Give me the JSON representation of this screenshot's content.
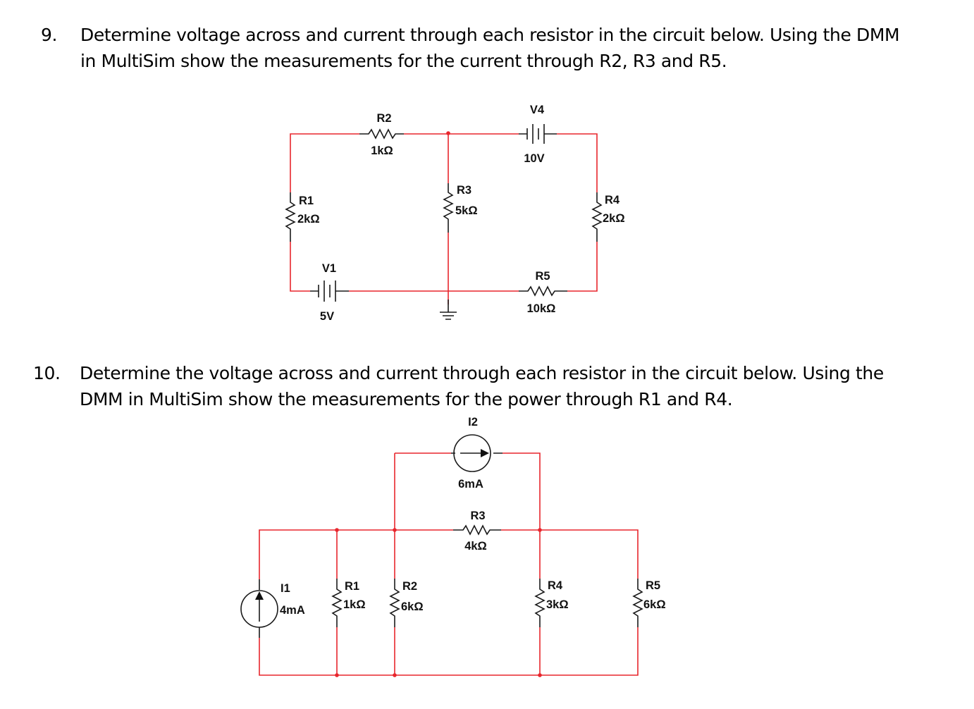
{
  "questions": [
    {
      "number": "9.",
      "lines": [
        "Determine voltage across and current through each resistor in the circuit below.  Using the DMM",
        "in MultiSim show the measurements for the current through R2, R3 and R5."
      ]
    },
    {
      "number": "10.",
      "lines": [
        "Determine the voltage across and current through each resistor in the circuit below.  Using the",
        "DMM in MultiSim show the measurements for the power through R1 and R4."
      ]
    }
  ],
  "circuit9": {
    "R1": {
      "name": "R1",
      "value": "2kΩ"
    },
    "R2": {
      "name": "R2",
      "value": "1kΩ"
    },
    "R3": {
      "name": "R3",
      "value": "5kΩ"
    },
    "R4": {
      "name": "R4",
      "value": "2kΩ"
    },
    "R5": {
      "name": "R5",
      "value": "10kΩ"
    },
    "V1": {
      "name": "V1",
      "value": "5V"
    },
    "V4": {
      "name": "V4",
      "value": "10V"
    }
  },
  "circuit10": {
    "I1": {
      "name": "I1",
      "value": "4mA"
    },
    "I2": {
      "name": "I2",
      "value": "6mA"
    },
    "R1": {
      "name": "R1",
      "value": "1kΩ"
    },
    "R2": {
      "name": "R2",
      "value": "6kΩ"
    },
    "R3": {
      "name": "R3",
      "value": "4kΩ"
    },
    "R4": {
      "name": "R4",
      "value": "3kΩ"
    },
    "R5": {
      "name": "R5",
      "value": "6kΩ"
    }
  },
  "colors": {
    "wire": "#e8262d",
    "component": "#1a1a1a"
  }
}
